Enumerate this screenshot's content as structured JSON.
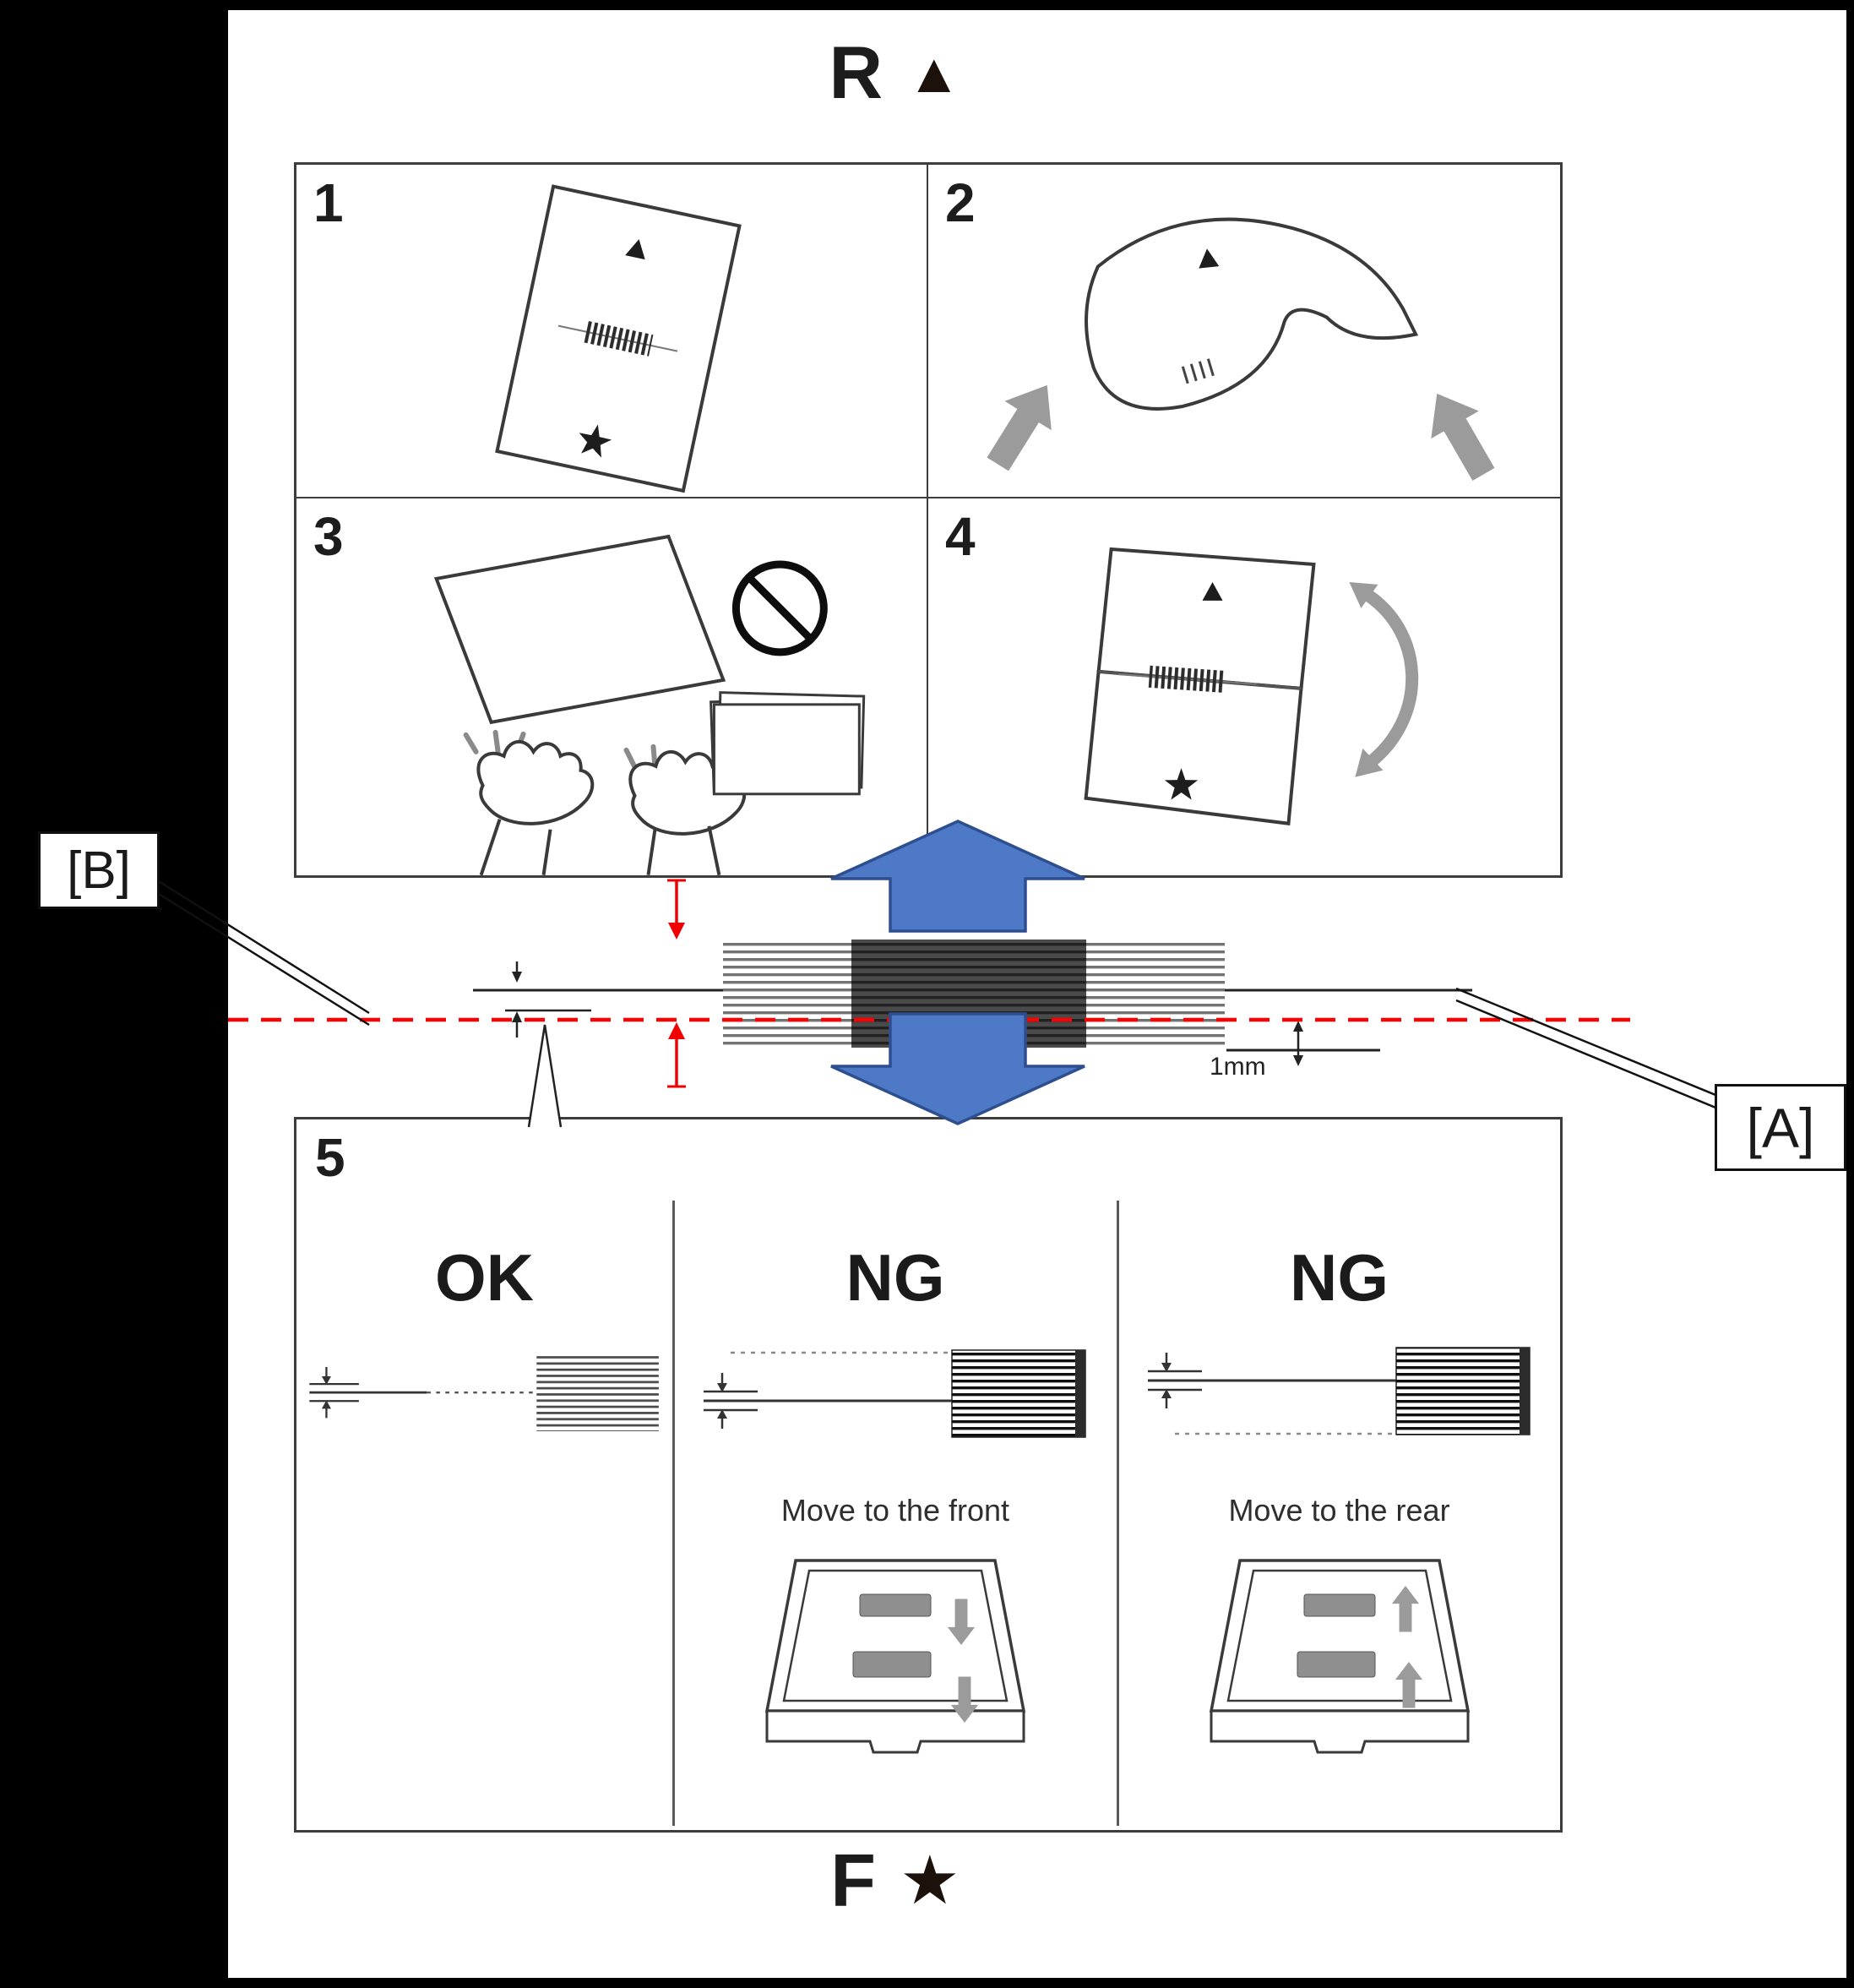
{
  "markers": {
    "rear": {
      "letter": "R",
      "icon": "▲"
    },
    "front": {
      "letter": "F",
      "icon": "★"
    }
  },
  "steps": {
    "s1": "1",
    "s2": "2",
    "s3": "3",
    "s4": "4",
    "s5": "5"
  },
  "callouts": {
    "a": "[A]",
    "b": "[B]"
  },
  "measurement": {
    "one_mm": "1mm"
  },
  "panel5": {
    "col1": {
      "status": "OK"
    },
    "col2": {
      "status": "NG",
      "caption": "Move to the front"
    },
    "col3": {
      "status": "NG",
      "caption": "Move to the rear"
    }
  },
  "colors": {
    "reference_line_red": "#ff0000",
    "arrow_blue": "#4d79c7",
    "arrow_blue_border": "#2e4f8f",
    "gray_arrow": "#9b9b9b",
    "line_dark": "#3d3d3d"
  }
}
